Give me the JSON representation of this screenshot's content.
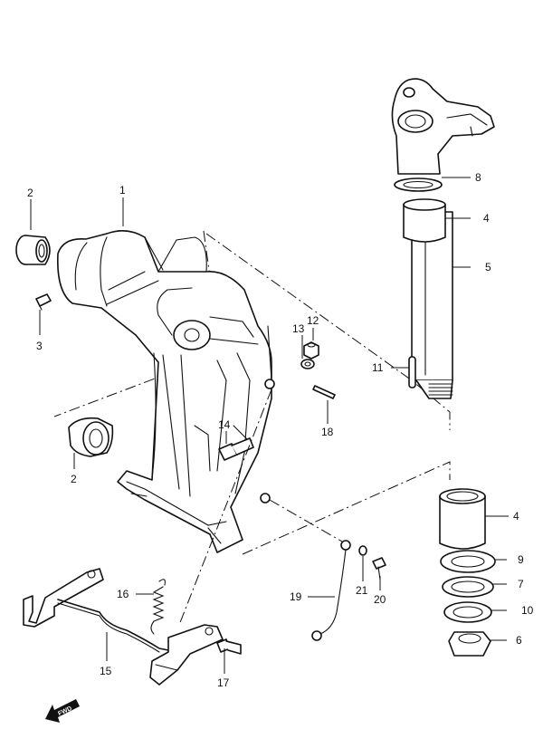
{
  "callouts": [
    "1",
    "2",
    "3",
    "2",
    "4",
    "5",
    "8",
    "11",
    "12",
    "13",
    "14",
    "18",
    "4",
    "9",
    "7",
    "10",
    "6",
    "16",
    "15",
    "17",
    "19",
    "21",
    "20"
  ],
  "fwd_label": "FWD"
}
